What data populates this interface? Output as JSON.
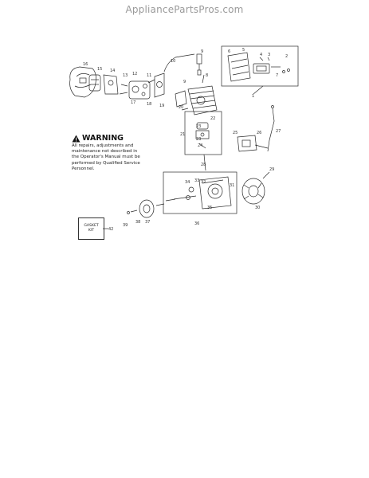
{
  "header": {
    "site_name": "AppliancePartsPros.com"
  },
  "warning": {
    "title": "WARNING",
    "lines": [
      "All repairs, adjustments and",
      "maintenance not described in",
      "the Operator's Manual must be",
      "performed by Qualified Service",
      "Personnel."
    ]
  },
  "gasket_kit": {
    "line1": "GASKET",
    "line2": "KIT",
    "number": "42"
  },
  "part_numbers": [
    "1",
    "2",
    "3",
    "4",
    "5",
    "6",
    "7",
    "8",
    "9",
    "10",
    "11",
    "12",
    "13",
    "14",
    "15",
    "16",
    "17",
    "18",
    "19",
    "20",
    "21",
    "22",
    "23",
    "24",
    "25",
    "26",
    "27",
    "28",
    "29",
    "30",
    "31",
    "32",
    "33",
    "34",
    "35",
    "36",
    "37",
    "38",
    "39"
  ],
  "colors": {
    "line": "#2a2a2a",
    "header_text": "#9a9a9a"
  }
}
